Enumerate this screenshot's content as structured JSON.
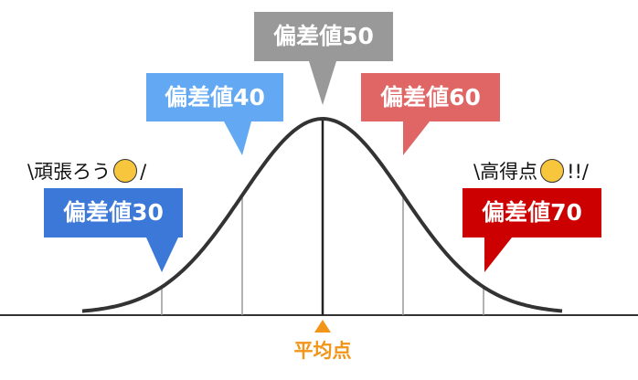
{
  "callouts": [
    {
      "label": "偏差値30",
      "color": "#3c78d8"
    },
    {
      "label": "偏差値40",
      "color": "#62a8f2"
    },
    {
      "label": "偏差値50",
      "color": "#999999"
    },
    {
      "label": "偏差値60",
      "color": "#e06666"
    },
    {
      "label": "偏差値70",
      "color": "#cc0000"
    }
  ],
  "cheer_low": {
    "prefix": "\\頑張ろう",
    "icon": "sad-face-icon",
    "suffix": "/"
  },
  "cheer_high": {
    "prefix": "\\高得点",
    "icon": "smiling-face-icon",
    "suffix": "!!/"
  },
  "mean_label": "平均点",
  "colors": {
    "mean": "#f29418",
    "curve": "#333333"
  }
}
